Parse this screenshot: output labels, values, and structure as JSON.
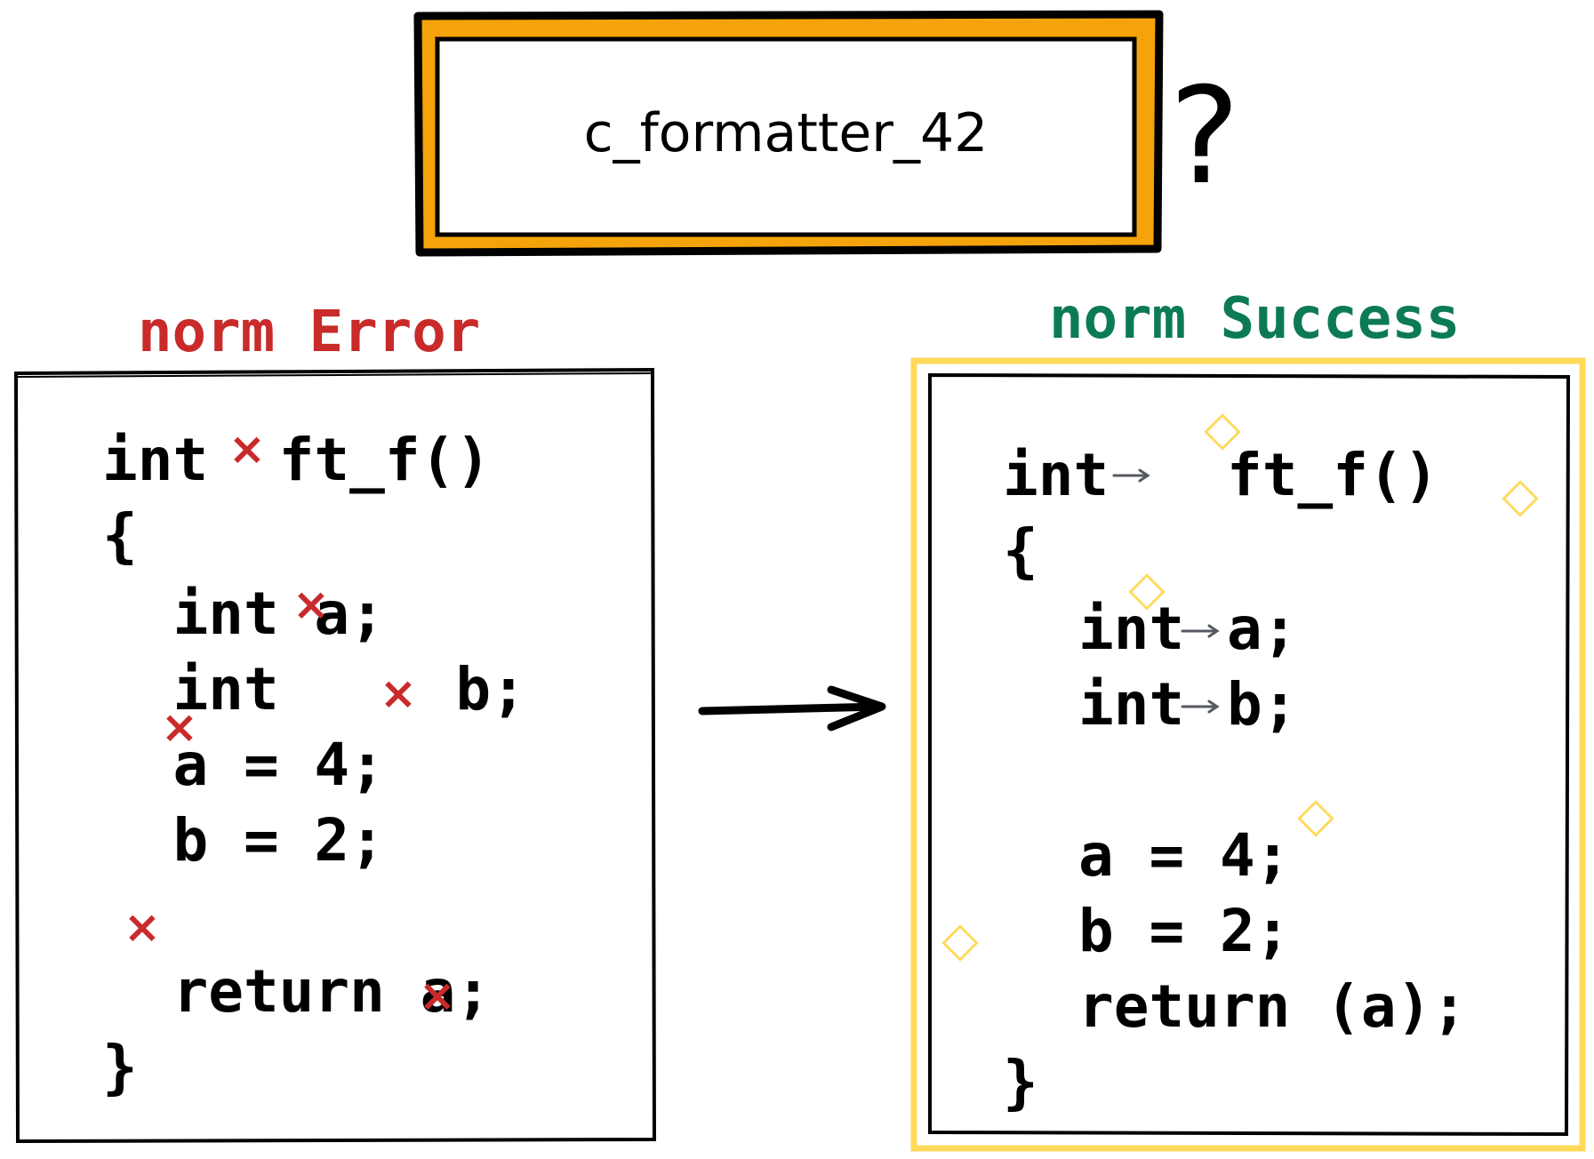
{
  "title": {
    "text": "c_formatter_42",
    "question_mark": "?"
  },
  "colors": {
    "error": "#c92a2a",
    "success": "#0c7b55",
    "title_fill": "#f5a30a",
    "highlight": "#ffd95a",
    "ink": "#000000",
    "tab_arrow": "#555a60"
  },
  "left": {
    "heading_word1": "norm",
    "heading_word2": "Error",
    "lines": [
      {
        "id": "l1",
        "text": "int  ft_f()"
      },
      {
        "id": "l2",
        "text": "{"
      },
      {
        "id": "l3",
        "text": "  int a;"
      },
      {
        "id": "l4",
        "text": "  int     b;"
      },
      {
        "id": "l5",
        "text": "  a = 4;"
      },
      {
        "id": "l6",
        "text": "  b = 2;"
      },
      {
        "id": "l7",
        "text": ""
      },
      {
        "id": "l8",
        "text": "  return a;"
      },
      {
        "id": "l9",
        "text": "}"
      }
    ],
    "error_mark": "×"
  },
  "right": {
    "heading_word1": "norm",
    "heading_word2": "Success",
    "lines": [
      {
        "id": "r1a",
        "text": "int"
      },
      {
        "id": "r1b",
        "text": "ft_f()"
      },
      {
        "id": "r2",
        "text": "{"
      },
      {
        "id": "r3a",
        "text": "int"
      },
      {
        "id": "r3b",
        "text": "a;"
      },
      {
        "id": "r4a",
        "text": "int"
      },
      {
        "id": "r4b",
        "text": "b;"
      },
      {
        "id": "r5",
        "text": "a = 4;"
      },
      {
        "id": "r6",
        "text": "b = 2;"
      },
      {
        "id": "r7",
        "text": "return (a);"
      },
      {
        "id": "r8",
        "text": "}"
      }
    ],
    "sparkle_mark": "◇"
  },
  "flow": {
    "arrow_icon": "right-arrow-icon"
  }
}
